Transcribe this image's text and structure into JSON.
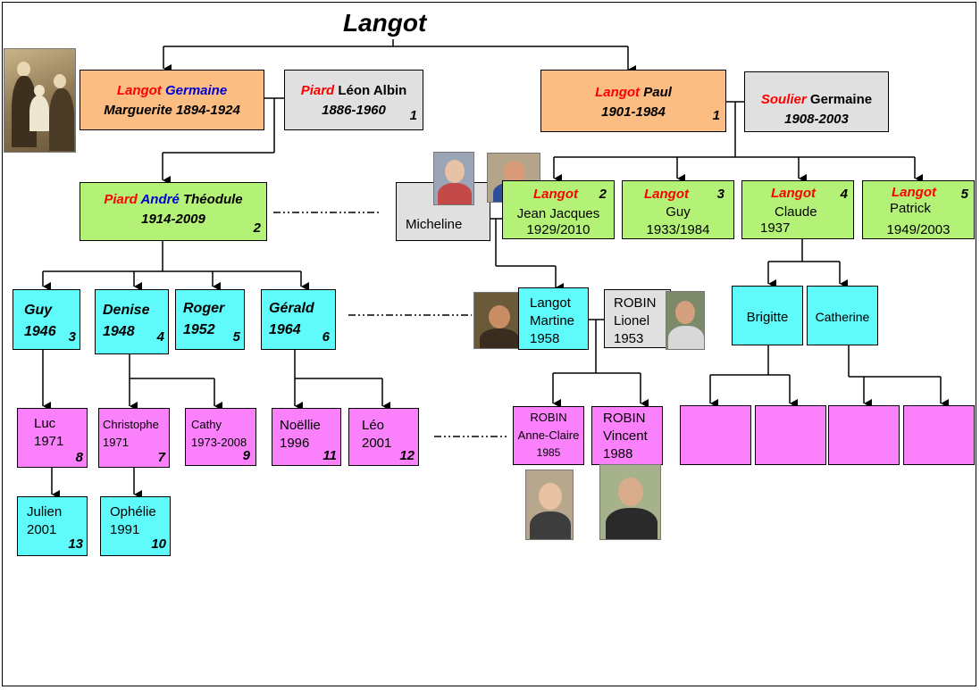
{
  "title": "Langot",
  "gen1": {
    "germaine": {
      "surname": "Langot",
      "first": "Germaine",
      "rest": "Marguerite 1894-1924"
    },
    "leon": {
      "surname": "Piard",
      "first": "Léon Albin",
      "years": "1886-1960",
      "num": "1"
    },
    "paul": {
      "surname": "Langot",
      "first": "Paul",
      "years": "1901-1984",
      "num": "1"
    },
    "soulier": {
      "surname": "Soulier",
      "first": "Germaine",
      "years": "1908-2003"
    }
  },
  "gen2": {
    "andre": {
      "surname": "Piard",
      "first": "André",
      "middle": "Théodule",
      "years": "1914-2009",
      "num": "2"
    },
    "micheline": {
      "name": "Micheline"
    },
    "jeanjacques": {
      "surname": "Langot",
      "num": "2",
      "first": "Jean Jacques",
      "years": "1929/2010"
    },
    "guy": {
      "surname": "Langot",
      "num": "3",
      "first": "Guy",
      "years": "1933/1984"
    },
    "claude": {
      "surname": "Langot",
      "num": "4",
      "first": "Claude",
      "years": "1937"
    },
    "patrick": {
      "surname": "Langot",
      "num": "5",
      "first": "Patrick",
      "years": "1949/2003"
    }
  },
  "gen3": {
    "guy": {
      "name": "Guy",
      "year": "1946",
      "num": "3"
    },
    "denise": {
      "name": "Denise",
      "year": "1948",
      "num": "4"
    },
    "roger": {
      "name": "Roger",
      "year": "1952",
      "num": "5"
    },
    "gerald": {
      "name": "Gérald",
      "year": "1964",
      "num": "6"
    },
    "martine": {
      "l1": "Langot",
      "l2": "Martine",
      "l3": "1958"
    },
    "lionel": {
      "l1": "ROBIN",
      "l2": "Lionel",
      "l3": "1953"
    },
    "brigitte": {
      "name": "Brigitte"
    },
    "catherine": {
      "name": "Catherine"
    }
  },
  "gen4": {
    "luc": {
      "name": "Luc",
      "year": "1971",
      "num": "8"
    },
    "christophe": {
      "name": "Christophe",
      "year": "1971",
      "num": "7"
    },
    "cathy": {
      "name": "Cathy",
      "year": "1973-2008",
      "num": "9"
    },
    "noellie": {
      "name": "Noëllie",
      "year": "1996",
      "num": "11"
    },
    "leo": {
      "name": "Léo",
      "year": "2001",
      "num": "12"
    },
    "anneclaire": {
      "l1": "ROBIN",
      "l2": "Anne-Claire",
      "l3": "1985"
    },
    "vincent": {
      "l1": "ROBIN",
      "l2": "Vincent",
      "l3": "1988"
    }
  },
  "gen5": {
    "julien": {
      "name": "Julien",
      "year": "2001",
      "num": "13"
    },
    "ophelie": {
      "name": "Ophélie",
      "year": "1991",
      "num": "10"
    }
  },
  "colors": {
    "orange": "#fbbd81",
    "grey": "#e0e0e0",
    "green": "#b4f277",
    "cyan": "#5ffafa",
    "pink": "#fb80fb",
    "surname_red": "#ff0000",
    "first_blue": "#0000d0"
  }
}
